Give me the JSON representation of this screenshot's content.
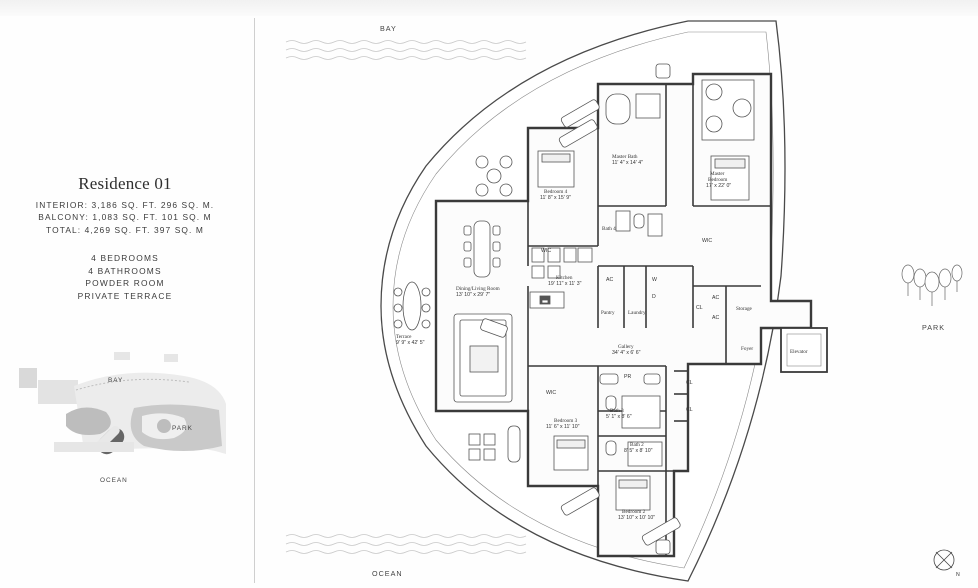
{
  "residence": {
    "title": "Residence 01",
    "interior": "INTERIOR: 3,186 SQ. FT.   296 SQ. M.",
    "balcony": "BALCONY: 1,083 SQ. FT.   101 SQ. M",
    "total": "TOTAL: 4,269 SQ. FT.   397 SQ. M",
    "features": [
      "4 BEDROOMS",
      "4 BATHROOMS",
      "POWDER ROOM",
      "PRIVATE TERRACE"
    ]
  },
  "keymap": {
    "bay": "BAY",
    "park": "PARK",
    "ocean": "OCEAN"
  },
  "plan": {
    "bay": "BAY",
    "ocean": "OCEAN",
    "park": "PARK",
    "compass": "N",
    "rooms": {
      "master_bath": "Master Bath",
      "master_bath_dim": "11' 4\" x 14' 4\"",
      "master_bedroom_1": "Master",
      "master_bedroom_2": "Bedroom",
      "master_bedroom_dim": "17' x 22' 0\"",
      "bedroom4": "Bedroom 4",
      "bedroom4_dim": "11' 8\" x 15' 9\"",
      "bath4": "Bath 4",
      "wic": "WIC",
      "dining": "Dining/Living Room",
      "dining_dim": "13' 10\" x 29' 7\"",
      "kitchen": "Kitchen",
      "kitchen_dim": "19' 11\" x 11' 3\"",
      "pantry": "Pantry",
      "laundry": "Laundry",
      "ac": "AC",
      "w": "W",
      "d": "D",
      "cl": "CL",
      "storage": "Storage",
      "terrace": "Terrace",
      "terrace_dim": "9' 9\" x 42' 5\"",
      "gallery": "Gallery",
      "gallery_dim": "34' 4\" x 6' 6\"",
      "foyer": "Foyer",
      "elevator": "Elevator",
      "pr": "PR",
      "bath3": "Bath 3",
      "bath3_dim": "5' 1\" x 8' 6\"",
      "bedroom3": "Bedroom 3",
      "bedroom3_dim": "11' 6\" x 11' 10\"",
      "bath2": "Bath 2",
      "bath2_dim": "8' 5\" x 8' 10\"",
      "bedroom2": "Bedroom 2",
      "bedroom2_dim": "13' 10\" x 10' 10\""
    }
  }
}
